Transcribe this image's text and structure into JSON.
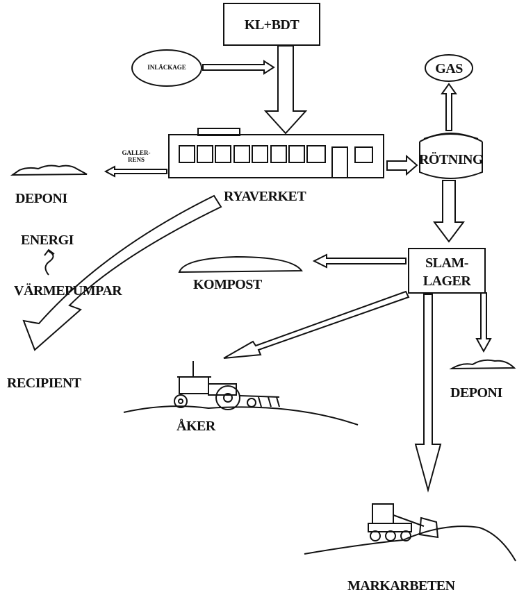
{
  "labels": {
    "source": "KL+BDT",
    "inlackage": "INLÄCKAGE",
    "gas": "GAS",
    "galler_line1": "GALLER-",
    "galler_line2": "RENS",
    "rotning": "RÖTNING",
    "deponi_left": "DEPONI",
    "ryaverket": "RYAVERKET",
    "energi": "ENERGI",
    "varmepumpar": "VÄRMEPUMPAR",
    "slam_line1": "SLAM-",
    "slam_line2": "LAGER",
    "kompost": "KOMPOST",
    "recipient": "RECIPIENT",
    "deponi_right": "DEPONI",
    "aker": "ÅKER",
    "markarbeten": "MARKARBETEN"
  },
  "icons": [
    "tractor-icon",
    "bulldozer-icon",
    "squiggle-arrow-icon"
  ]
}
